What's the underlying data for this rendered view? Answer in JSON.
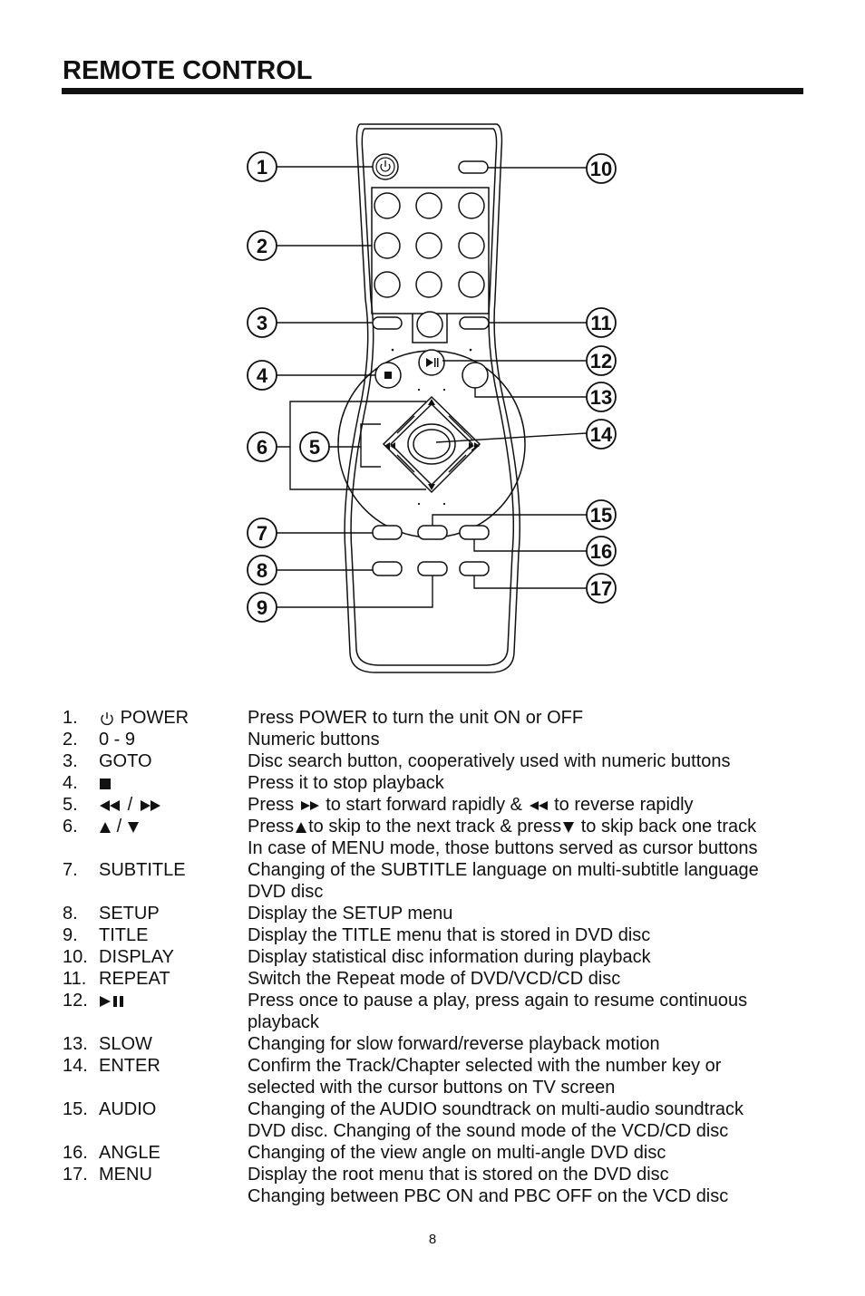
{
  "page": {
    "title": "REMOTE CONTROL",
    "page_number": "8"
  },
  "diagram": {
    "callouts": [
      "1",
      "2",
      "3",
      "4",
      "5",
      "6",
      "7",
      "8",
      "9",
      "10",
      "11",
      "12",
      "13",
      "14",
      "15",
      "16",
      "17"
    ],
    "icons": {
      "power": "power-icon",
      "stop": "stop-icon",
      "play_pause": "play-pause-icon",
      "rewind": "rewind-icon",
      "fast_forward": "fast-forward-icon",
      "up": "up-arrow-icon",
      "down": "down-arrow-icon"
    }
  },
  "legend": [
    {
      "num": "1.",
      "name": "POWER",
      "icon": "power-icon",
      "desc": "Press POWER to turn the unit ON or OFF",
      "desc2": ""
    },
    {
      "num": "2.",
      "name": "0 - 9",
      "icon": "",
      "desc": "Numeric buttons",
      "desc2": ""
    },
    {
      "num": "3.",
      "name": "GOTO",
      "icon": "",
      "desc": "Disc search button, cooperatively used with numeric buttons",
      "desc2": ""
    },
    {
      "num": "4.",
      "name": "",
      "icon": "stop-icon",
      "desc": "Press it to stop playback",
      "desc2": ""
    },
    {
      "num": "5.",
      "name": "",
      "icon": "rewind-fast-forward-icon",
      "desc": "",
      "desc2": ""
    },
    {
      "num": "6.",
      "name": "",
      "icon": "up-down-icon",
      "desc": "",
      "desc2": "In case of MENU mode, those buttons served as cursor buttons"
    },
    {
      "num": "7.",
      "name": "SUBTITLE",
      "icon": "",
      "desc": "Changing of the SUBTITLE language on multi-subtitle language",
      "desc2": "DVD disc"
    },
    {
      "num": "8.",
      "name": "SETUP",
      "icon": "",
      "desc": "Display the SETUP menu",
      "desc2": ""
    },
    {
      "num": "9.",
      "name": "TITLE",
      "icon": "",
      "desc": "Display the TITLE menu that is stored in DVD disc",
      "desc2": ""
    },
    {
      "num": "10.",
      "name": "DISPLAY",
      "icon": "",
      "desc": "Display statistical disc information during playback",
      "desc2": ""
    },
    {
      "num": "11.",
      "name": "REPEAT",
      "icon": "",
      "desc": "Switch the Repeat mode of DVD/VCD/CD disc",
      "desc2": ""
    },
    {
      "num": "12.",
      "name": "",
      "icon": "play-pause-icon",
      "desc": "Press once to pause a play, press again to resume continuous",
      "desc2": "playback"
    },
    {
      "num": "13.",
      "name": "SLOW",
      "icon": "",
      "desc": "Changing for slow forward/reverse playback motion",
      "desc2": ""
    },
    {
      "num": "14.",
      "name": "ENTER",
      "icon": "",
      "desc": "Confirm the Track/Chapter selected with the number key or",
      "desc2": "selected with the cursor buttons on TV screen"
    },
    {
      "num": "15.",
      "name": "AUDIO",
      "icon": "",
      "desc": "Changing of the AUDIO soundtrack on multi-audio soundtrack",
      "desc2": "DVD disc.  Changing of the sound mode of the VCD/CD disc"
    },
    {
      "num": "16.",
      "name": "ANGLE",
      "icon": "",
      "desc": "Changing of the view angle on multi-angle DVD disc",
      "desc2": ""
    },
    {
      "num": "17.",
      "name": "MENU",
      "icon": "",
      "desc": "Display the root menu that is stored on the DVD disc",
      "desc2": "Changing between PBC ON and PBC OFF on the VCD disc"
    }
  ],
  "legend_inline": {
    "r5_press": "Press",
    "r5_mid": "to start forward rapidly &",
    "r5_end": "to reverse rapidly",
    "r6_press": "Press",
    "r6_mid": "to skip to the next track & press",
    "r6_end": "to skip back one track",
    "slash": "/"
  }
}
